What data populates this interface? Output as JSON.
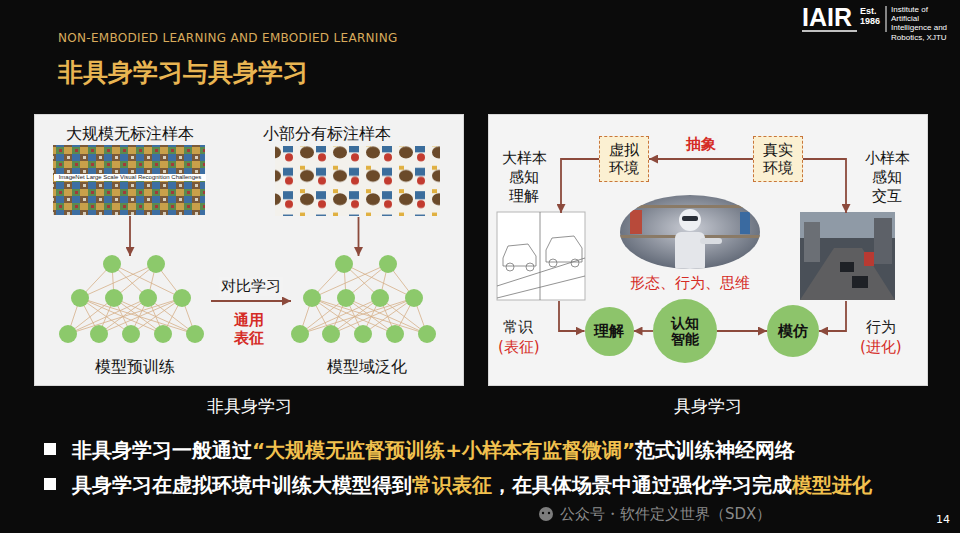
{
  "diagram": {
    "title": "非具身学习与具身学习",
    "nodes": [
      {
        "text": [
          "非具身学习"
        ]
      },
      {
        "text": [
          "大规模无标注样本",
          "ImageNet Large Scale Visual Recognition Challenges"
        ],
        "in": 0
      },
      {
        "text": [
          "小部分有标注样本"
        ],
        "in": 0
      },
      {
        "text": [
          "模型预训练"
        ],
        "in": 0
      },
      {
        "text": [
          "模型域泛化"
        ],
        "in": 0
      },
      {
        "text": [
          "具身学习"
        ]
      },
      {
        "text": [
          "大样本 感知 理解"
        ],
        "in": 5
      },
      {
        "text": [
          "虚拟 环境"
        ],
        "in": 5
      },
      {
        "text": [
          "真实 环境"
        ],
        "in": 5
      },
      {
        "text": [
          "小样本 感知 交互"
        ],
        "in": 5
      },
      {
        "text": [
          "理解"
        ],
        "in": 5
      },
      {
        "text": [
          "认知 智能"
        ],
        "in": 5
      },
      {
        "text": [
          "模仿"
        ],
        "in": 5
      }
    ],
    "edges": [
      {
        "from": 1,
        "to": 3,
        "arrow": "to"
      },
      {
        "from": 2,
        "to": 4,
        "arrow": "to"
      },
      {
        "from": 3,
        "to": 4,
        "label": "对比学习",
        "arrow": "to"
      },
      {
        "from": 8,
        "to": 7,
        "label": "抽象",
        "arrow": "to"
      },
      {
        "from": 7,
        "to": 6,
        "arrow": "to"
      },
      {
        "from": 8,
        "to": 9,
        "arrow": "to"
      },
      {
        "from": 6,
        "to": 10,
        "arrow": "to"
      },
      {
        "from": 9,
        "to": 12,
        "arrow": "to"
      },
      {
        "from": 11,
        "to": 10,
        "arrow": "to"
      },
      {
        "from": 11,
        "to": 12,
        "arrow": "to"
      }
    ],
    "labels": [
      "NON-EMBODIED LEARNING AND EMBODIED LEARNING",
      "IAIR",
      "Est. 1986",
      "Institute of Artificial Intelligence and Robotics, XJTU",
      "通用 表征",
      "形态、行为、思维",
      "常识",
      "(表征)",
      "行为",
      "(进化)",
      "非具身学习一般通过",
      "“大规模无监督预训练+小样本有监督微调”",
      "范式训练神经网络",
      "具身学习在虚拟环境中训练大模型得到",
      "常识表征",
      "，在具体场景中通过强化学习完成",
      "模型进化",
      "公众号・软件定义世界（SDX）",
      "14"
    ]
  }
}
